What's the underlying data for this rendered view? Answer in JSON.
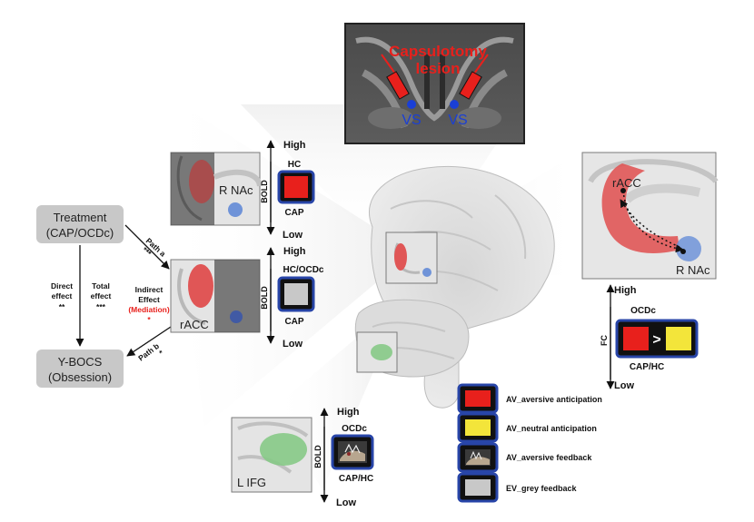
{
  "mri": {
    "lesion_label_line1": "Capsulotomy",
    "lesion_label_line2": "lesion",
    "vs_left": "VS",
    "vs_right": "VS"
  },
  "mediation": {
    "treatment_line1": "Treatment",
    "treatment_line2": "(CAP/OCDc)",
    "ybocs_line1": "Y-BOCS",
    "ybocs_line2": "(Obsession)",
    "direct_effect_line1": "Direct",
    "direct_effect_line2": "effect",
    "direct_effect_sig": "**",
    "total_effect_line1": "Total",
    "total_effect_line2": "effect",
    "total_effect_sig": "***",
    "path_a": "Path a",
    "path_a_sig": "***",
    "path_b": "Path b",
    "path_b_sig": "*",
    "indirect_line1": "Indirect",
    "indirect_line2": "Effect",
    "indirect_line3": "(Mediation)",
    "indirect_sig": "*"
  },
  "panels": {
    "nac_label": "R NAc",
    "racc_label": "rACC",
    "lifg_label": "L IFG",
    "racc_nac_racc_label": "rACC",
    "racc_nac_nac_label": "R NAc"
  },
  "scales": {
    "nac": {
      "high": "High",
      "low": "Low",
      "axis": "BOLD",
      "top_group": "HC",
      "bottom_group": "CAP"
    },
    "racc": {
      "high": "High",
      "low": "Low",
      "axis": "BOLD",
      "top_group": "HC/OCDc",
      "bottom_group": "CAP"
    },
    "lifg": {
      "high": "High",
      "low": "Low",
      "axis": "BOLD",
      "top_group": "OCDc",
      "bottom_group": "CAP/HC"
    },
    "fc": {
      "high": "High",
      "low": "Low",
      "axis": "FC",
      "top_group": "OCDc",
      "bottom_group": "CAP/HC",
      "compare_symbol": ">"
    }
  },
  "legend": [
    {
      "label": "AV_aversive anticipation",
      "color": "#e8201c"
    },
    {
      "label": "AV_neutral anticipation",
      "color": "#f3e53a"
    },
    {
      "label": "AV_aversive feedback",
      "color": "image"
    },
    {
      "label": "EV_grey feedback",
      "color": "#c8c8c8"
    }
  ],
  "colors": {
    "frame_blue": "#2845a8",
    "condition_red": "#e8201c",
    "condition_yellow": "#f3e53a",
    "condition_grey": "#c8c8c8",
    "lesion_text_red": "#e8201c",
    "vs_blue": "#1a3fd6",
    "mediation_red": "#e8201c",
    "region_red": "#e05656",
    "region_green": "#86c986",
    "region_blue": "#6f93d8"
  }
}
